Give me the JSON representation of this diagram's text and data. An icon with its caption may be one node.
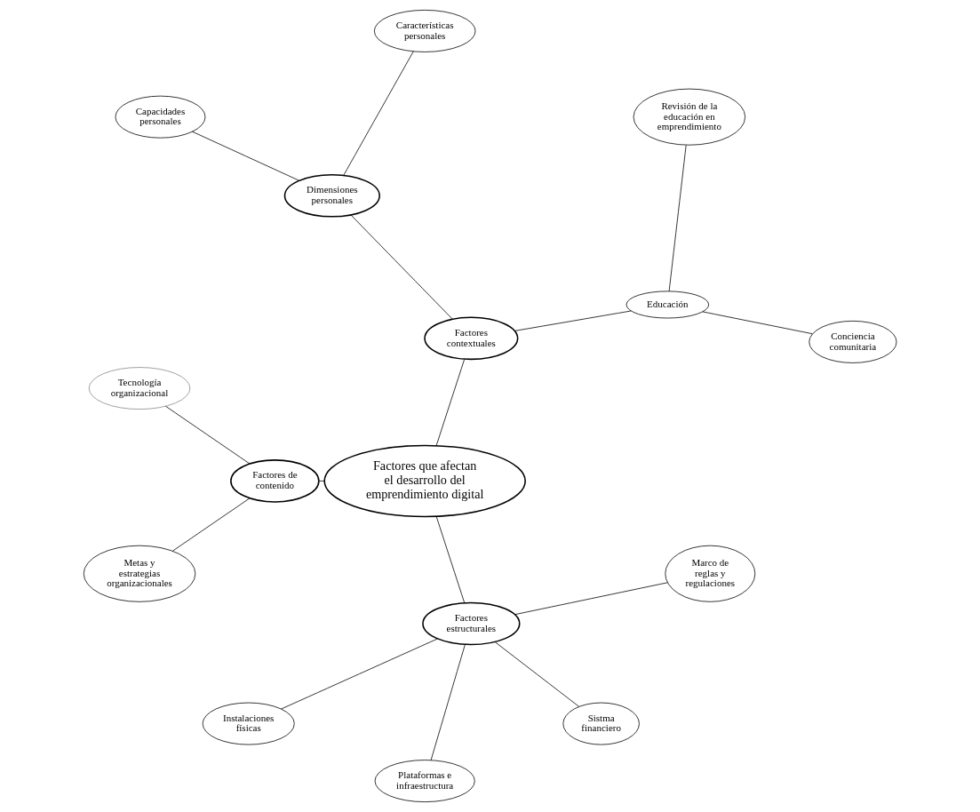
{
  "diagram": {
    "nodes": [
      {
        "text": [
          "Factores que afectan el desarrollo del emprendimiento digital"
        ]
      },
      {
        "text": [
          "Factores contextuales"
        ]
      },
      {
        "text": [
          "Educación"
        ]
      },
      {
        "text": [
          "Dimensiones personales"
        ]
      },
      {
        "text": [
          "Conciencia comunitaria"
        ]
      },
      {
        "text": [
          "Revisión de la educación en emprendimiento"
        ]
      },
      {
        "text": [
          "Características personales"
        ]
      },
      {
        "text": [
          "Capacidades personales"
        ]
      },
      {
        "text": [
          "Factores de contenido"
        ]
      },
      {
        "text": [
          "Factores estructurales"
        ]
      },
      {
        "text": [
          "Tecnología organizacional"
        ]
      },
      {
        "text": [
          "Metas y estrategias organizacionales"
        ]
      },
      {
        "text": [
          "Instalaciones físicas"
        ]
      },
      {
        "text": [
          "Plataformas e infraestructura"
        ]
      },
      {
        "text": [
          "Sistma financiero"
        ]
      },
      {
        "text": [
          "Marco de reglas y regulaciones"
        ]
      }
    ],
    "edges": [
      {
        "from": 0,
        "to": 1,
        "arrow": "none"
      },
      {
        "from": 1,
        "to": 2,
        "arrow": "none"
      },
      {
        "from": 1,
        "to": 3,
        "arrow": "none"
      },
      {
        "from": 2,
        "to": 4,
        "arrow": "none"
      },
      {
        "from": 2,
        "to": 5,
        "arrow": "none"
      },
      {
        "from": 3,
        "to": 6,
        "arrow": "none"
      },
      {
        "from": 3,
        "to": 7,
        "arrow": "none"
      },
      {
        "from": 0,
        "to": 8,
        "arrow": "none"
      },
      {
        "from": 0,
        "to": 9,
        "arrow": "none"
      },
      {
        "from": 8,
        "to": 10,
        "arrow": "none"
      },
      {
        "from": 8,
        "to": 11,
        "arrow": "none"
      },
      {
        "from": 9,
        "to": 12,
        "arrow": "none"
      },
      {
        "from": 9,
        "to": 13,
        "arrow": "none"
      },
      {
        "from": 9,
        "to": 14,
        "arrow": "none"
      },
      {
        "from": 9,
        "to": 15,
        "arrow": "none"
      }
    ]
  }
}
